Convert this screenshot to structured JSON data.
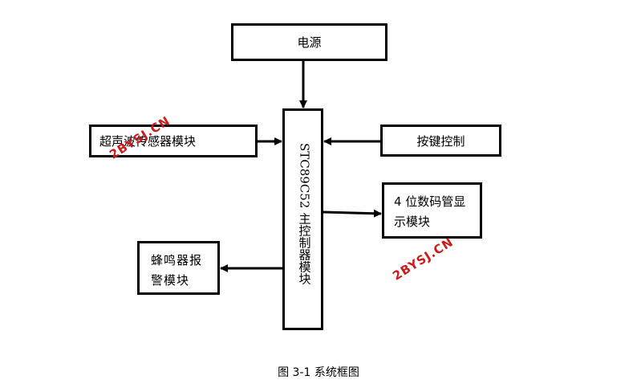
{
  "blocks": {
    "power": "电源",
    "ultrasonic": "超声波传感器模块",
    "mcu": "STC89C52 主控制器模块",
    "keys": "按键控制",
    "display_line1": "4 位数码管显",
    "display_line2": "示模块",
    "buzzer_line1": "蜂鸣器报",
    "buzzer_line2": "警模块"
  },
  "caption": "图 3-1  系统框图",
  "watermark": {
    "text": "2BYSJ.CN",
    "color": "#cc1a1a"
  }
}
